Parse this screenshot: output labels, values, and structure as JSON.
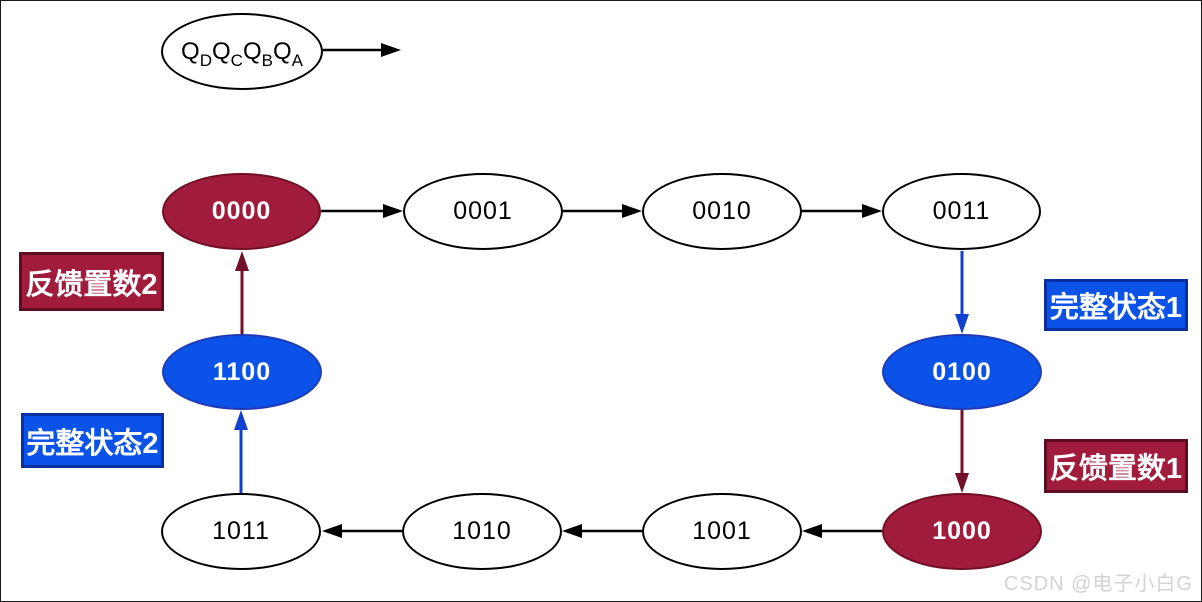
{
  "colors": {
    "ink": "#000000",
    "canvas-border": "#1a1a1a",
    "red-fill": "#a11c3c",
    "red-stroke": "#701025",
    "red-arrow": "#73102a",
    "red-badge-border": "#5c0d20",
    "blue-fill": "#0b53e8",
    "blue-stroke": "#1f3bb3",
    "blue-arrow": "#1240d0",
    "blue-badge-border": "#0a2fa0",
    "watermark": "#d3d3d3"
  },
  "legend": {
    "parts": [
      {
        "base": "Q",
        "sub": "D"
      },
      {
        "base": "Q",
        "sub": "C"
      },
      {
        "base": "Q",
        "sub": "B"
      },
      {
        "base": "Q",
        "sub": "A"
      }
    ]
  },
  "states": {
    "0000": {
      "label": "0000",
      "style": "red"
    },
    "0001": {
      "label": "0001",
      "style": "white"
    },
    "0010": {
      "label": "0010",
      "style": "white"
    },
    "0011": {
      "label": "0011",
      "style": "white"
    },
    "0100": {
      "label": "0100",
      "style": "blue"
    },
    "1000": {
      "label": "1000",
      "style": "red"
    },
    "1001": {
      "label": "1001",
      "style": "white"
    },
    "1010": {
      "label": "1010",
      "style": "white"
    },
    "1011": {
      "label": "1011",
      "style": "white"
    },
    "1100": {
      "label": "1100",
      "style": "blue"
    }
  },
  "transitions": [
    {
      "from": "0000",
      "to": "0001",
      "kind": "black"
    },
    {
      "from": "0001",
      "to": "0010",
      "kind": "black"
    },
    {
      "from": "0010",
      "to": "0011",
      "kind": "black"
    },
    {
      "from": "0011",
      "to": "0100",
      "kind": "blue"
    },
    {
      "from": "0100",
      "to": "1000",
      "kind": "red"
    },
    {
      "from": "1000",
      "to": "1001",
      "kind": "black"
    },
    {
      "from": "1001",
      "to": "1010",
      "kind": "black"
    },
    {
      "from": "1010",
      "to": "1011",
      "kind": "black"
    },
    {
      "from": "1011",
      "to": "1100",
      "kind": "blue"
    },
    {
      "from": "1100",
      "to": "0000",
      "kind": "red"
    }
  ],
  "badges": {
    "feedback2": {
      "label": "反馈置数2"
    },
    "complete1": {
      "label": "完整状态1"
    },
    "complete2": {
      "label": "完整状态2"
    },
    "feedback1": {
      "label": "反馈置数1"
    }
  },
  "watermark": "CSDN @电子小白G"
}
